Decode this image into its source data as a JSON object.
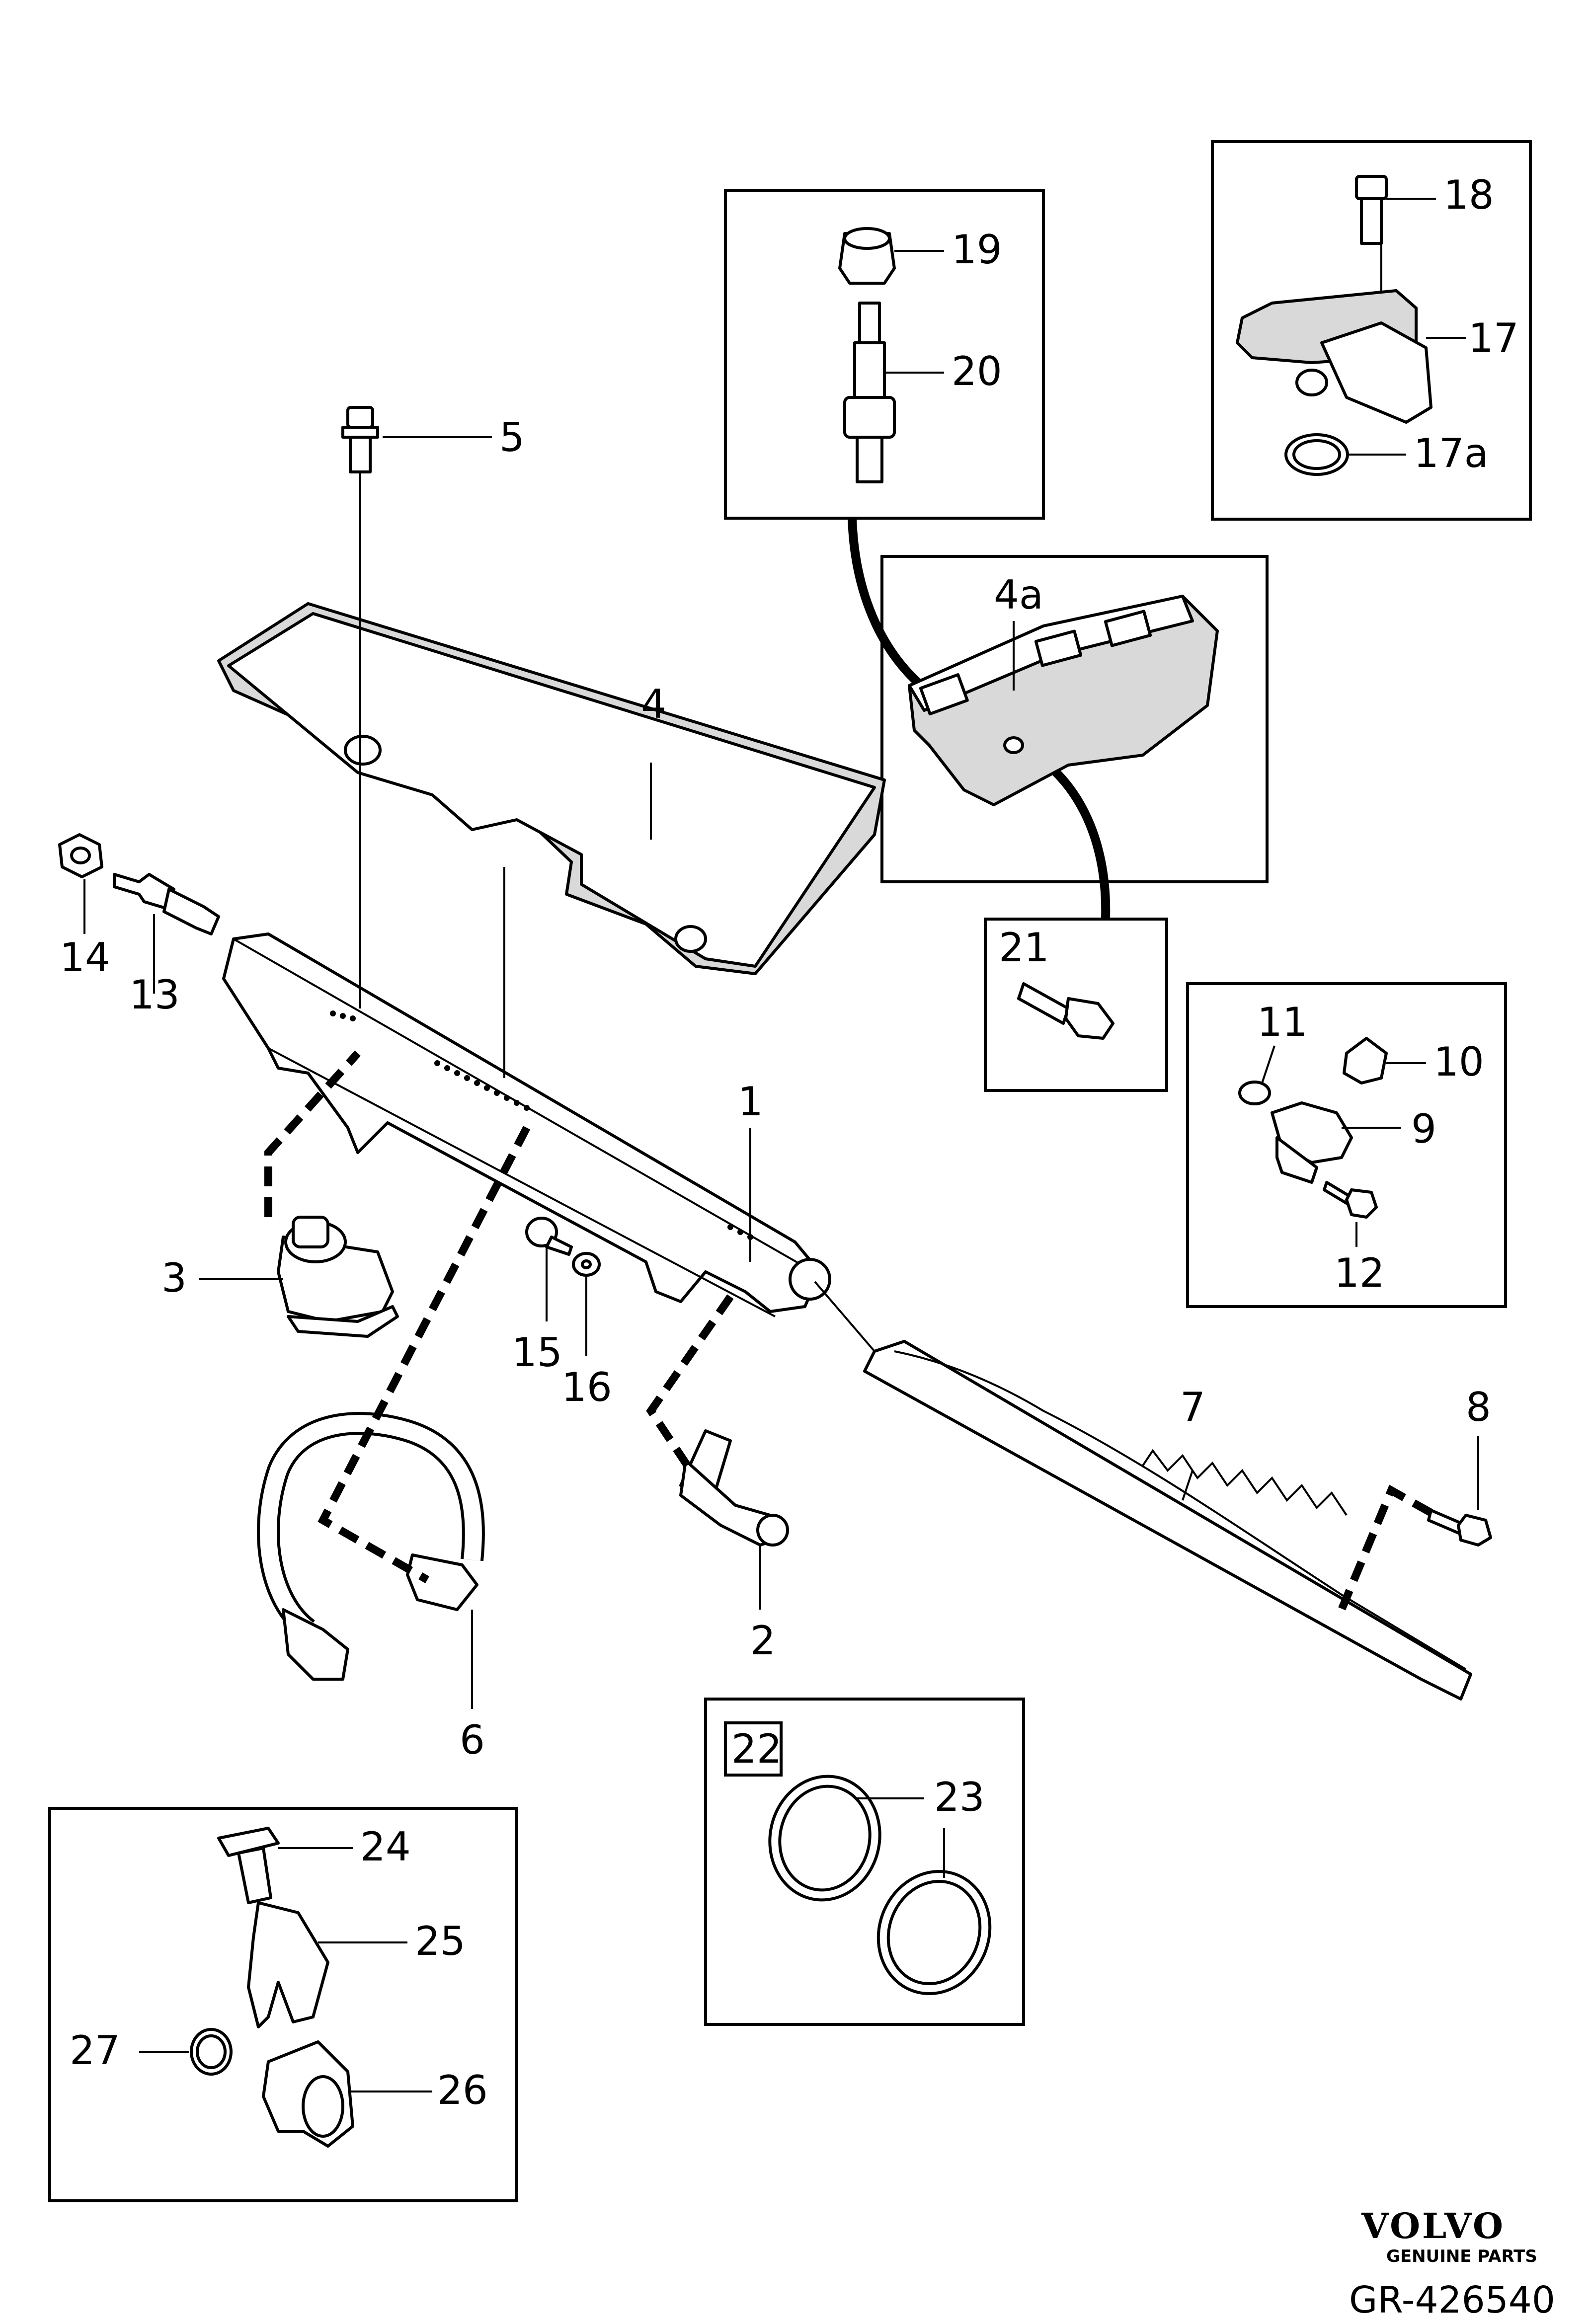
{
  "diagram": {
    "callouts": {
      "c1": "1",
      "c2": "2",
      "c3": "3",
      "c4": "4",
      "c4a": "4a",
      "c5": "5",
      "c6": "6",
      "c7": "7",
      "c8": "8",
      "c9": "9",
      "c10": "10",
      "c11": "11",
      "c12": "12",
      "c13": "13",
      "c14": "14",
      "c15": "15",
      "c16": "16",
      "c17": "17",
      "c17a": "17a",
      "c18": "18",
      "c19": "19",
      "c20": "20",
      "c21": "21",
      "c22": "22",
      "c23": "23",
      "c24": "24",
      "c25": "25",
      "c26": "26",
      "c27": "27"
    }
  },
  "branding": {
    "logo_text": "VOLVO",
    "tagline": "GENUINE PARTS",
    "reference": "GR-426540"
  }
}
